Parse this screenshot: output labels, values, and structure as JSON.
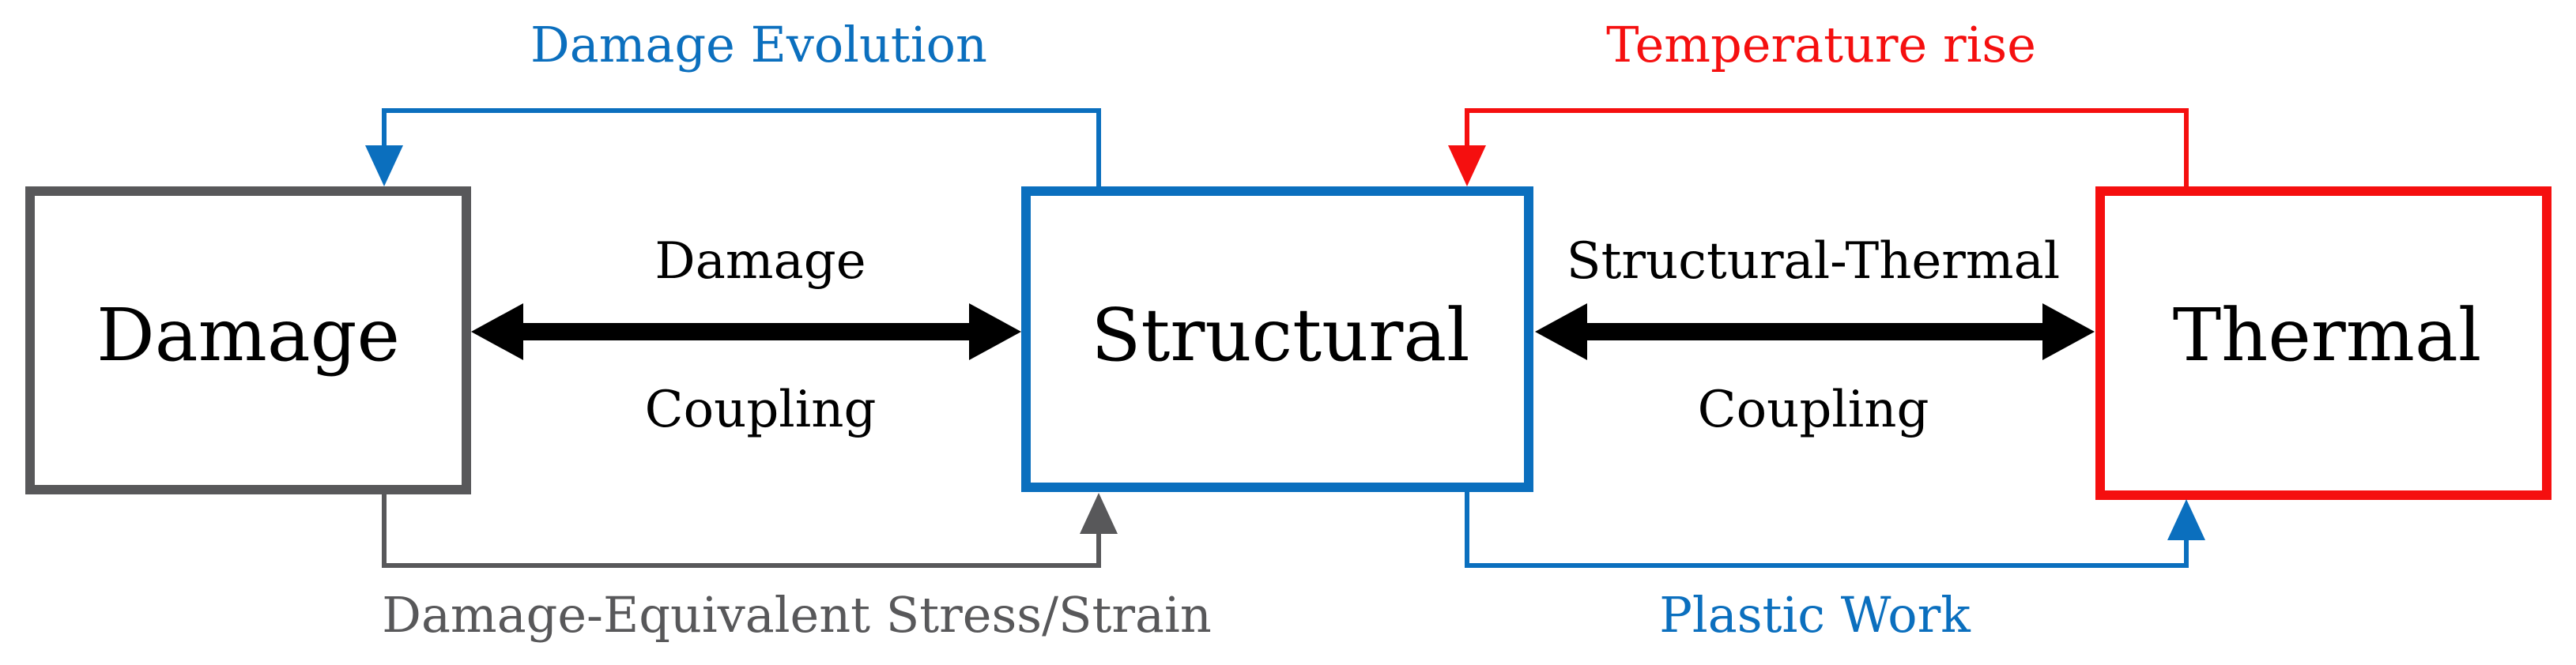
{
  "boxes": {
    "damage": {
      "label": "Damage"
    },
    "structural": {
      "label": "Structural"
    },
    "thermal": {
      "label": "Thermal"
    }
  },
  "couplings": {
    "damage_structural": {
      "line1": "Damage",
      "line2": "Coupling"
    },
    "structural_thermal": {
      "line1": "Structural-Thermal",
      "line2": "Coupling"
    }
  },
  "flows": {
    "damage_evolution": "Damage Evolution",
    "temperature_rise": "Temperature rise",
    "damage_equivalent": "Damage-Equivalent Stress/Strain",
    "plastic_work": "Plastic Work"
  },
  "colors": {
    "damage": "#58585a",
    "structural": "#0b6fbe",
    "thermal": "#f50f0f",
    "coupling_arrow": "#000000",
    "text": "#000000"
  }
}
